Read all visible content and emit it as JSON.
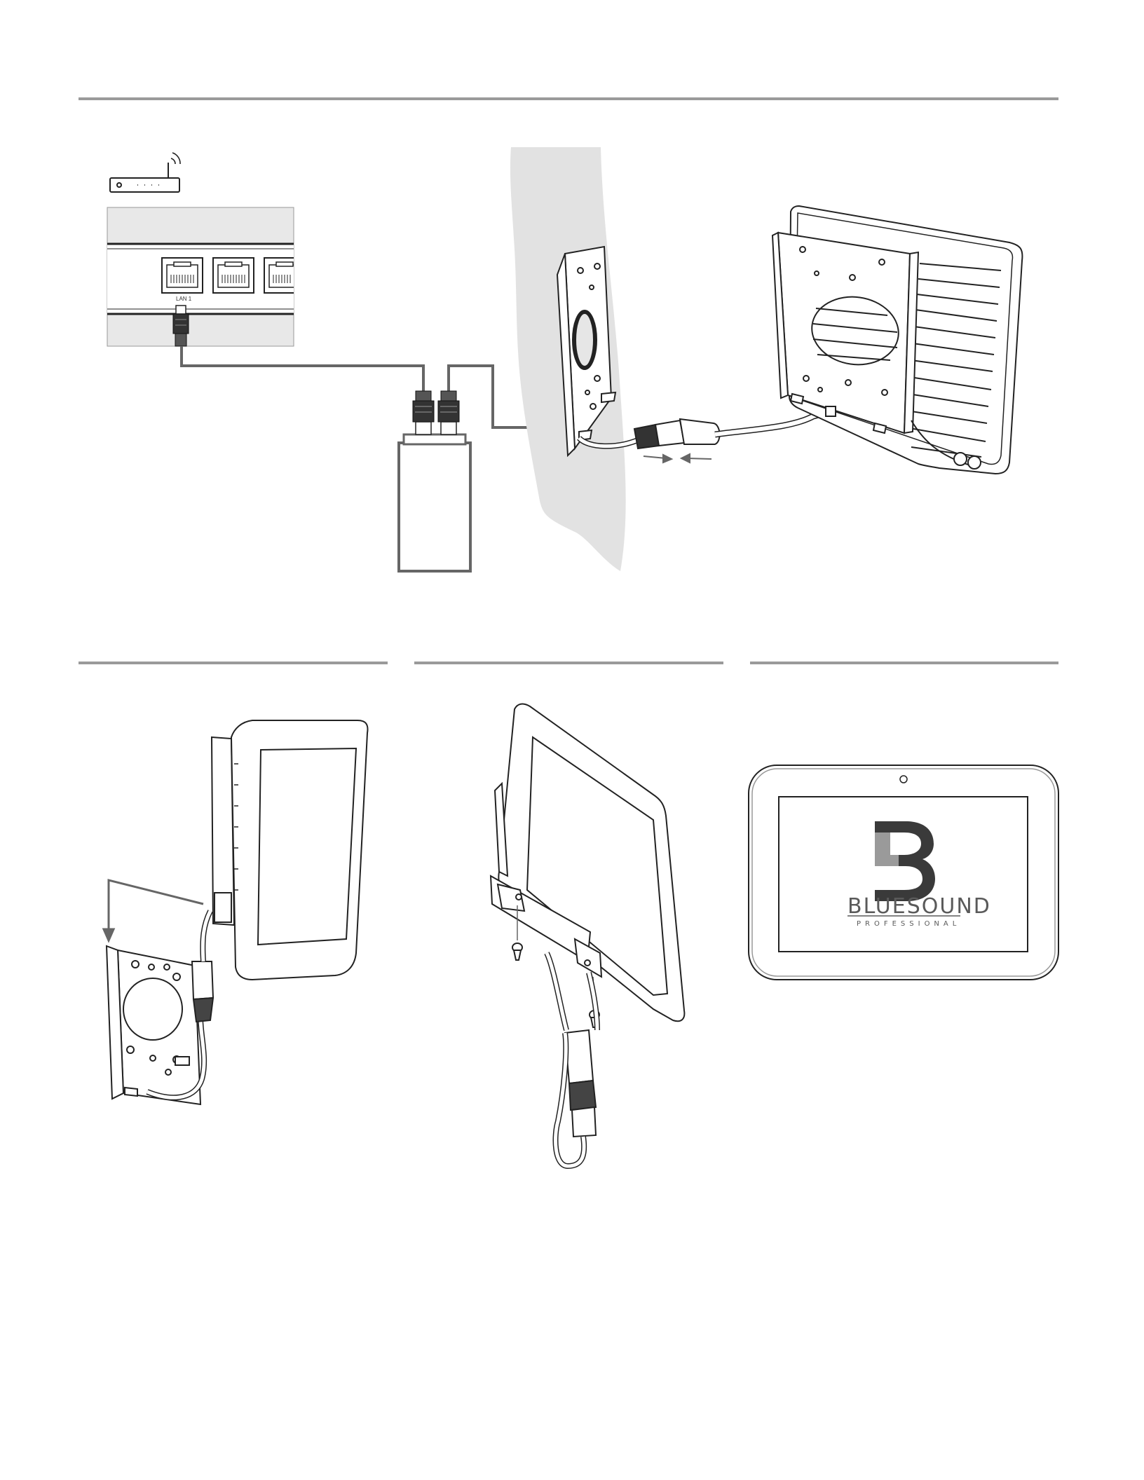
{
  "switch": {
    "port_label": "LAN 1"
  },
  "logo": {
    "name": "BLUESOUND",
    "tagline": "PROFESSIONAL"
  },
  "colors": {
    "wall": "#e2e2e2",
    "line": "#222222",
    "rule": "#9a9a9a",
    "arrow": "#666666"
  }
}
